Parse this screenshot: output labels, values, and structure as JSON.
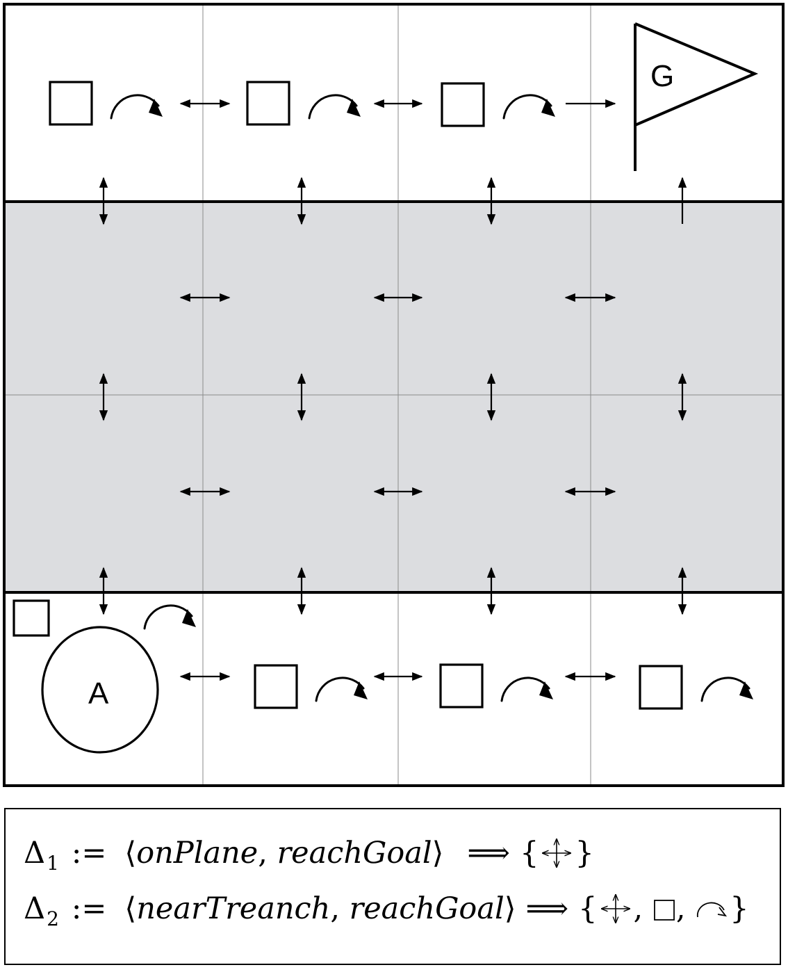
{
  "diagram": {
    "goal_label": "G",
    "agent_label": "A",
    "colors": {
      "trench": "#dcdde0",
      "plane": "#ffffff",
      "stroke": "#000000"
    },
    "icons": [
      "box-icon",
      "rotate-icon",
      "move-arrows-icon",
      "goal-flag-icon",
      "agent-circle-icon"
    ]
  },
  "rules": {
    "rule1": {
      "delta": "Δ",
      "index": "1",
      "assign": ":=",
      "open": "⟨",
      "context": "onPlane",
      "goal": "reachGoal",
      "close": "⟩",
      "implies": "⟹",
      "set_open": "{",
      "set_close": "}",
      "actions": [
        "move-arrows-icon"
      ]
    },
    "rule2": {
      "delta": "Δ",
      "index": "2",
      "assign": ":=",
      "open": "⟨",
      "context": "nearTreanch",
      "goal": "reachGoal",
      "close": "⟩",
      "implies": "⟹",
      "set_open": "{",
      "set_close": "}",
      "actions": [
        "move-arrows-icon",
        "box-icon",
        "rotate-icon"
      ]
    }
  }
}
